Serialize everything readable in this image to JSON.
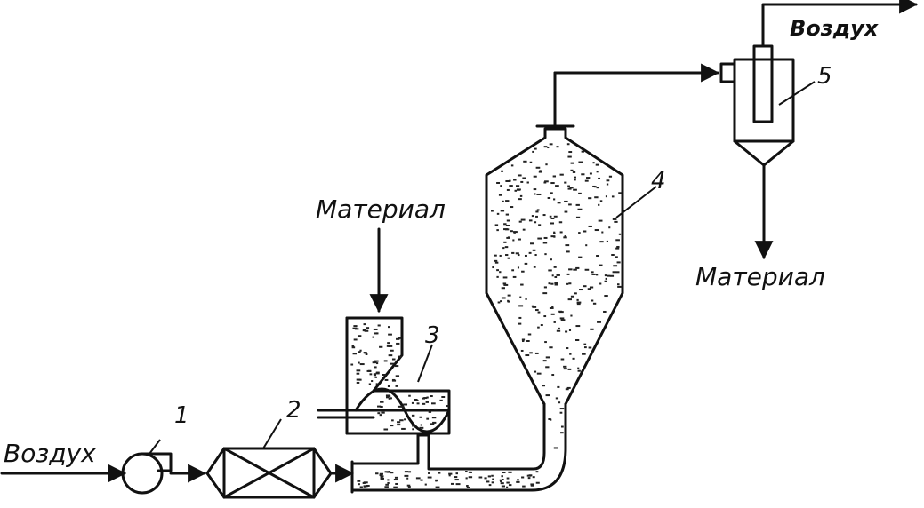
{
  "labels": {
    "air_in": "Воздух",
    "material_in": "Материал",
    "air_out": "Воздух",
    "material_out": "Материал"
  },
  "components": {
    "fan": "1",
    "heater": "2",
    "screw_feeder": "3",
    "dryer_column": "4",
    "cyclone": "5"
  }
}
